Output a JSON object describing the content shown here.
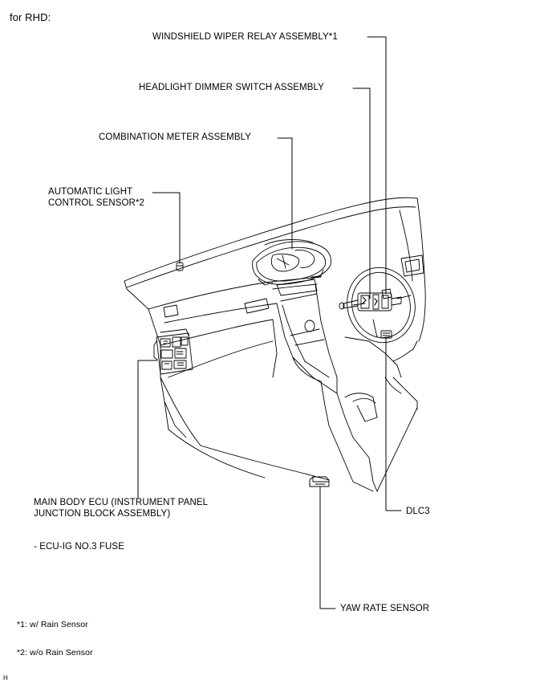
{
  "heading": "for RHD:",
  "labels": {
    "wiper_relay": "WINDSHIELD WIPER RELAY ASSEMBLY*1",
    "headlight_switch": "HEADLIGHT DIMMER SWITCH ASSEMBLY",
    "combination_meter": "COMBINATION METER ASSEMBLY",
    "auto_light_sensor_line1": "AUTOMATIC LIGHT",
    "auto_light_sensor_line2": "CONTROL SENSOR*2",
    "main_body_ecu_line1": "MAIN BODY ECU (INSTRUMENT PANEL",
    "main_body_ecu_line2": "JUNCTION BLOCK ASSEMBLY)",
    "fuse": "- ECU-IG NO.3 FUSE",
    "dlc3": "DLC3",
    "yaw_rate_sensor": "YAW RATE SENSOR"
  },
  "footnotes": {
    "note1": "*1: w/ Rain Sensor",
    "note2": "*2: w/o Rain Sensor"
  },
  "corner_code": "H"
}
